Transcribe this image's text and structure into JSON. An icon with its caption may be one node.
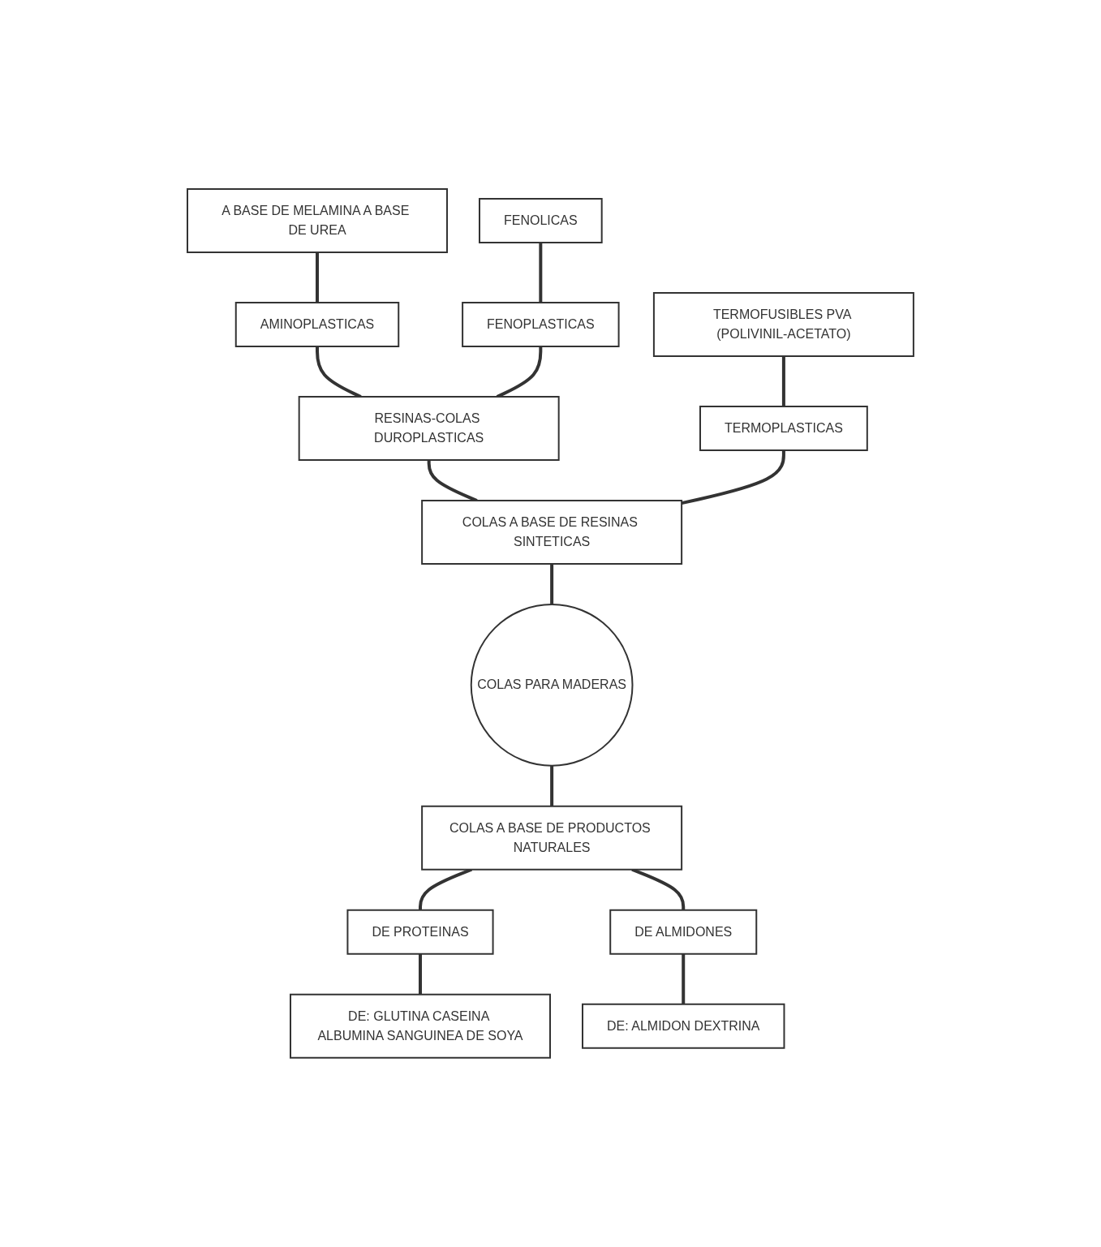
{
  "diagram": {
    "nodes": [
      {
        "text": [
          "A BASE DE MELAMINA A BASE DE UREA"
        ]
      },
      {
        "text": [
          "FENOLICAS"
        ]
      },
      {
        "text": [
          "TERMOFUSIBLES PVA (POLIVINIL-ACETATO)"
        ]
      },
      {
        "text": [
          "AMINOPLASTICAS"
        ]
      },
      {
        "text": [
          "FENOPLASTICAS"
        ]
      },
      {
        "text": [
          "RESINAS-COLAS DUROPLASTICAS"
        ]
      },
      {
        "text": [
          "TERMOPLASTICAS"
        ]
      },
      {
        "text": [
          "COLAS A BASE DE RESINAS SINTETICAS"
        ]
      },
      {
        "text": [
          "COLAS PARA MADERAS"
        ]
      },
      {
        "text": [
          "COLAS A BASE DE PRODUCTOS NATURALES"
        ]
      },
      {
        "text": [
          "DE PROTEINAS"
        ]
      },
      {
        "text": [
          "DE ALMIDONES"
        ]
      },
      {
        "text": [
          "DE: GLUTINA CASEINA ALBUMINA SANGUINEA DE SOYA"
        ]
      },
      {
        "text": [
          "DE: ALMIDON DEXTRINA"
        ]
      }
    ],
    "edges": [
      {
        "from": 0,
        "to": 3,
        "arrow": "none"
      },
      {
        "from": 1,
        "to": 4,
        "arrow": "none"
      },
      {
        "from": 3,
        "to": 5,
        "arrow": "none"
      },
      {
        "from": 4,
        "to": 5,
        "arrow": "none"
      },
      {
        "from": 2,
        "to": 6,
        "arrow": "none"
      },
      {
        "from": 5,
        "to": 7,
        "arrow": "none"
      },
      {
        "from": 6,
        "to": 7,
        "arrow": "none"
      },
      {
        "from": 7,
        "to": 8,
        "arrow": "none"
      },
      {
        "from": 8,
        "to": 9,
        "arrow": "none"
      },
      {
        "from": 9,
        "to": 10,
        "arrow": "none"
      },
      {
        "from": 9,
        "to": 11,
        "arrow": "none"
      },
      {
        "from": 10,
        "to": 12,
        "arrow": "none"
      },
      {
        "from": 11,
        "to": 13,
        "arrow": "none"
      }
    ]
  }
}
